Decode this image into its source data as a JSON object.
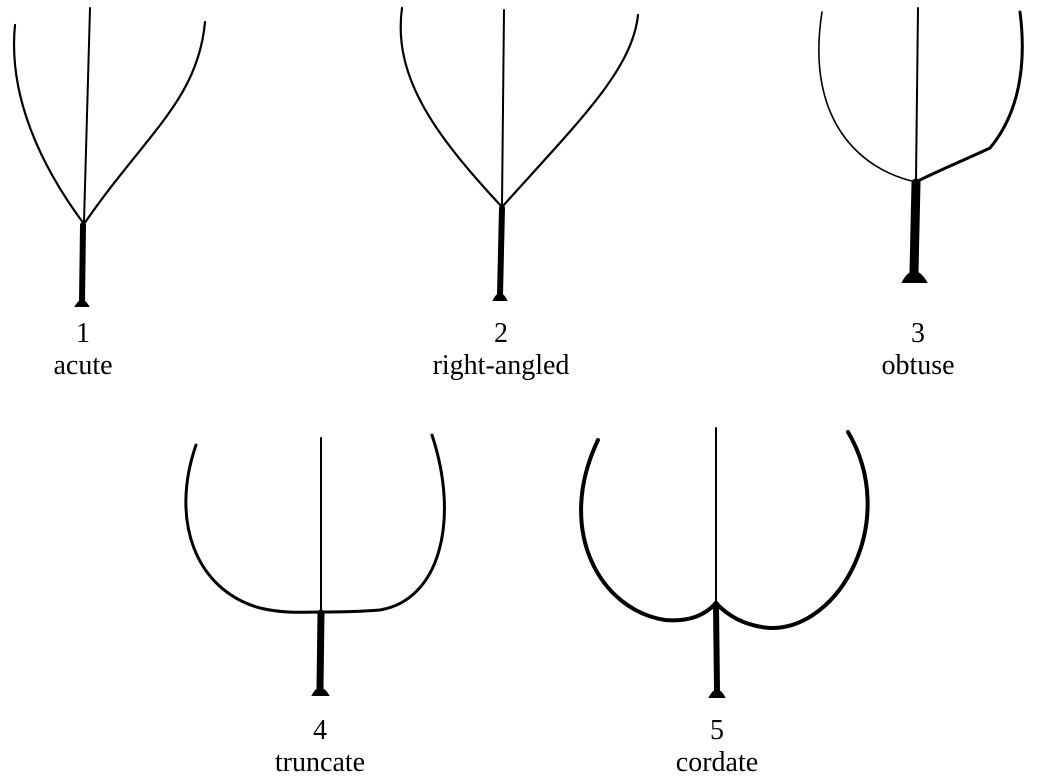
{
  "figures": [
    {
      "number": "1",
      "name": "acute"
    },
    {
      "number": "2",
      "name": "right-angled"
    },
    {
      "number": "3",
      "name": "obtuse"
    },
    {
      "number": "4",
      "name": "truncate"
    },
    {
      "number": "5",
      "name": "cordate"
    }
  ],
  "colors": {
    "line": "#000000",
    "background": "#ffffff"
  }
}
